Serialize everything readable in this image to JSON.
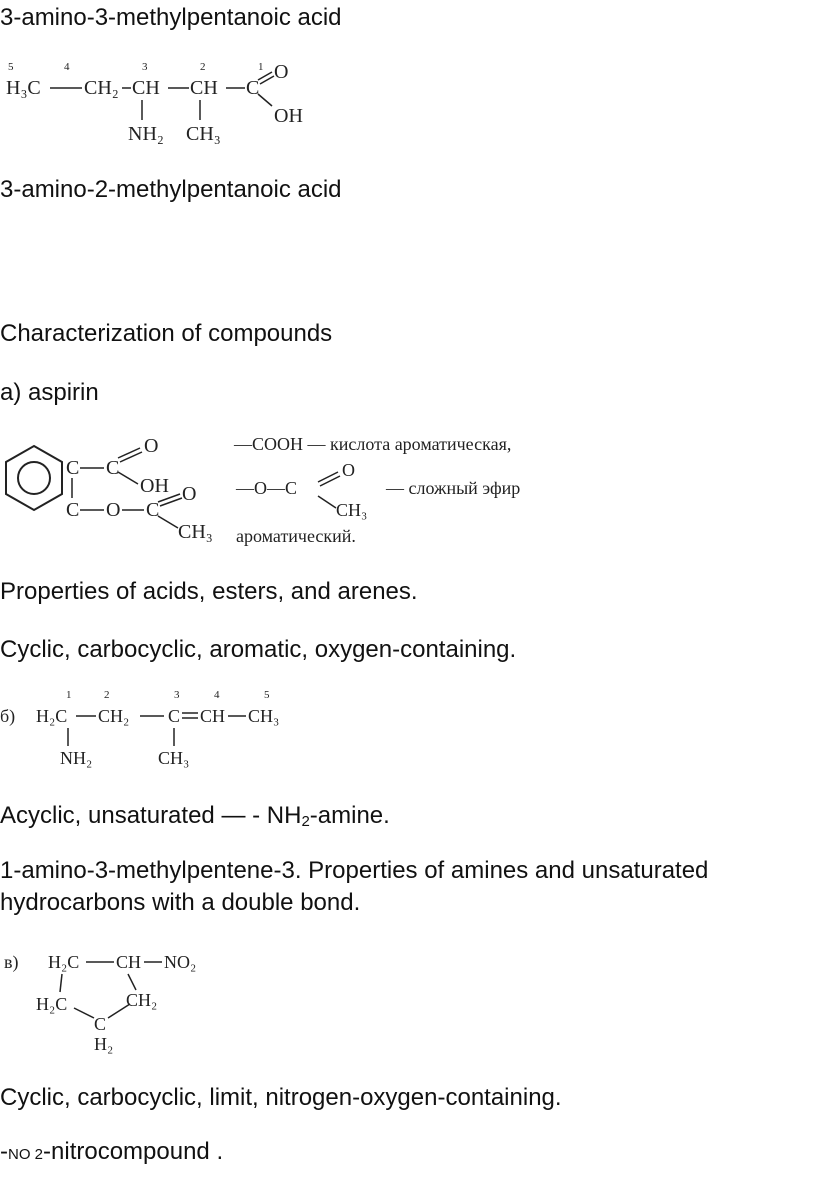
{
  "text": {
    "line1": "3-amino-3-methylpentanoic acid",
    "line2": "3-amino-2-methylpentanoic acid",
    "heading": "Characterization of compounds",
    "item_a": "a) aspirin",
    "props_a": "Properties of acids, esters, and arenes.",
    "class_a": "Cyclic, carbocyclic, aromatic, oxygen-containing.",
    "class_b_pre": "Acyclic, unsaturated — - NH",
    "class_b_sub": "2",
    "class_b_post": "-amine.",
    "name_b_line1": "1-amino-3-methylpentene-3. Properties of amines and unsaturated",
    "name_b_line2": "hydrocarbons with a double bond.",
    "class_c": "Cyclic, carbocyclic, limit, nitrogen-oxygen-containing.",
    "nitro_pre": "-",
    "nitro_small": "NO 2",
    "nitro_post": "-nitrocompound ."
  },
  "formula1": {
    "numbers": [
      "5",
      "4",
      "3",
      "2",
      "1"
    ],
    "chain": [
      "H₃C",
      "CH₂",
      "CH",
      "CH",
      "C"
    ],
    "carbonyl_o": "O",
    "hydroxyl": "OH",
    "substituents": [
      "NH₂",
      "CH₃"
    ]
  },
  "aspirin": {
    "ring_c_top": "C",
    "ring_c_bottom": "C",
    "carbonyl_c1": "C",
    "o_top": "O",
    "oh": "OH",
    "ester_o": "O",
    "carbonyl_c2": "C",
    "o_right": "O",
    "methyl": "CH₃",
    "note_cooh": "—COOH — кислота ароматическая,",
    "note_ester_o": "—O—C",
    "note_ester_eq_o": "O",
    "note_ester_ch3": "CH₃",
    "note_ester_text": "— сложный эфир",
    "note_aromatic": "ароматический."
  },
  "formula_b": {
    "label": "б)",
    "numbers": [
      "1",
      "2",
      "3",
      "4",
      "5"
    ],
    "chain": [
      "H₂C",
      "CH₂",
      "C",
      "CH",
      "CH₃"
    ],
    "substituents": [
      "NH₂",
      "CH₃"
    ]
  },
  "formula_c": {
    "label": "в)",
    "top_left": "H₂C",
    "top_right": "CH",
    "nitro": "NO₂",
    "mid_left": "H₂C",
    "mid_right": "CH₂",
    "bottom_c": "C",
    "bottom_h": "H₂"
  }
}
